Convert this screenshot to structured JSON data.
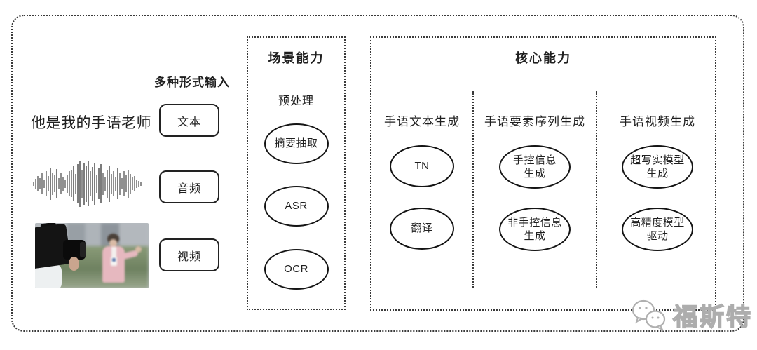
{
  "input": {
    "label": "多种形式输入",
    "sample_text": "他是我的手语老师",
    "boxes": [
      {
        "label": "文本"
      },
      {
        "label": "音频"
      },
      {
        "label": "视频"
      }
    ]
  },
  "scene": {
    "title": "场景能力",
    "stage_label": "预处理",
    "nodes": [
      {
        "line1": "摘要抽取",
        "line2": ""
      },
      {
        "line1": "ASR",
        "line2": ""
      },
      {
        "line1": "OCR",
        "line2": ""
      }
    ]
  },
  "core": {
    "title": "核心能力",
    "columns": [
      {
        "header": "手语文本生成",
        "nodes": [
          {
            "line1": "TN",
            "line2": ""
          },
          {
            "line1": "翻译",
            "line2": ""
          }
        ]
      },
      {
        "header": "手语要素序列生成",
        "nodes": [
          {
            "line1": "手控信息",
            "line2": "生成"
          },
          {
            "line1": "非手控信息",
            "line2": "生成"
          }
        ]
      },
      {
        "header": "手语视频生成",
        "nodes": [
          {
            "line1": "超写实模型",
            "line2": "生成"
          },
          {
            "line1": "高精度模型",
            "line2": "驱动"
          }
        ]
      }
    ]
  },
  "watermark": {
    "icon": "wechat-icon",
    "text": "福斯特"
  },
  "colors": {
    "background": "#ffffff",
    "stroke": "#1f1f1f",
    "watermark_gray": "#adadad"
  }
}
